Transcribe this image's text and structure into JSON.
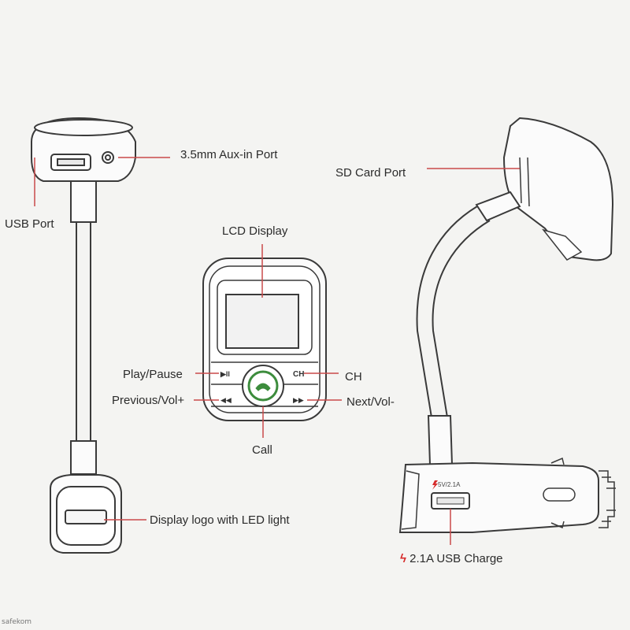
{
  "labels": {
    "aux_port": "3.5mm Aux-in Port",
    "usb_port": "USB Port",
    "sd_card_port": "SD Card Port",
    "lcd_display": "LCD Display",
    "play_pause": "Play/Pause",
    "ch": "CH",
    "previous_vol": "Previous/Vol+",
    "next_vol": "Next/Vol-",
    "call": "Call",
    "display_logo": "Display logo with LED light",
    "usb_charge": "2.1A USB Charge",
    "charger_rating": "5V/2.1A"
  },
  "button_glyphs": {
    "play_pause": "▶II",
    "ch": "CH",
    "previous": "◀◀",
    "next": "▶▶"
  },
  "watermark": "safekom",
  "colors": {
    "line": "#3a3a3a",
    "callout": "#c94a4a",
    "call_button": "#3c8c3c",
    "bolt": "#d62a2a"
  }
}
